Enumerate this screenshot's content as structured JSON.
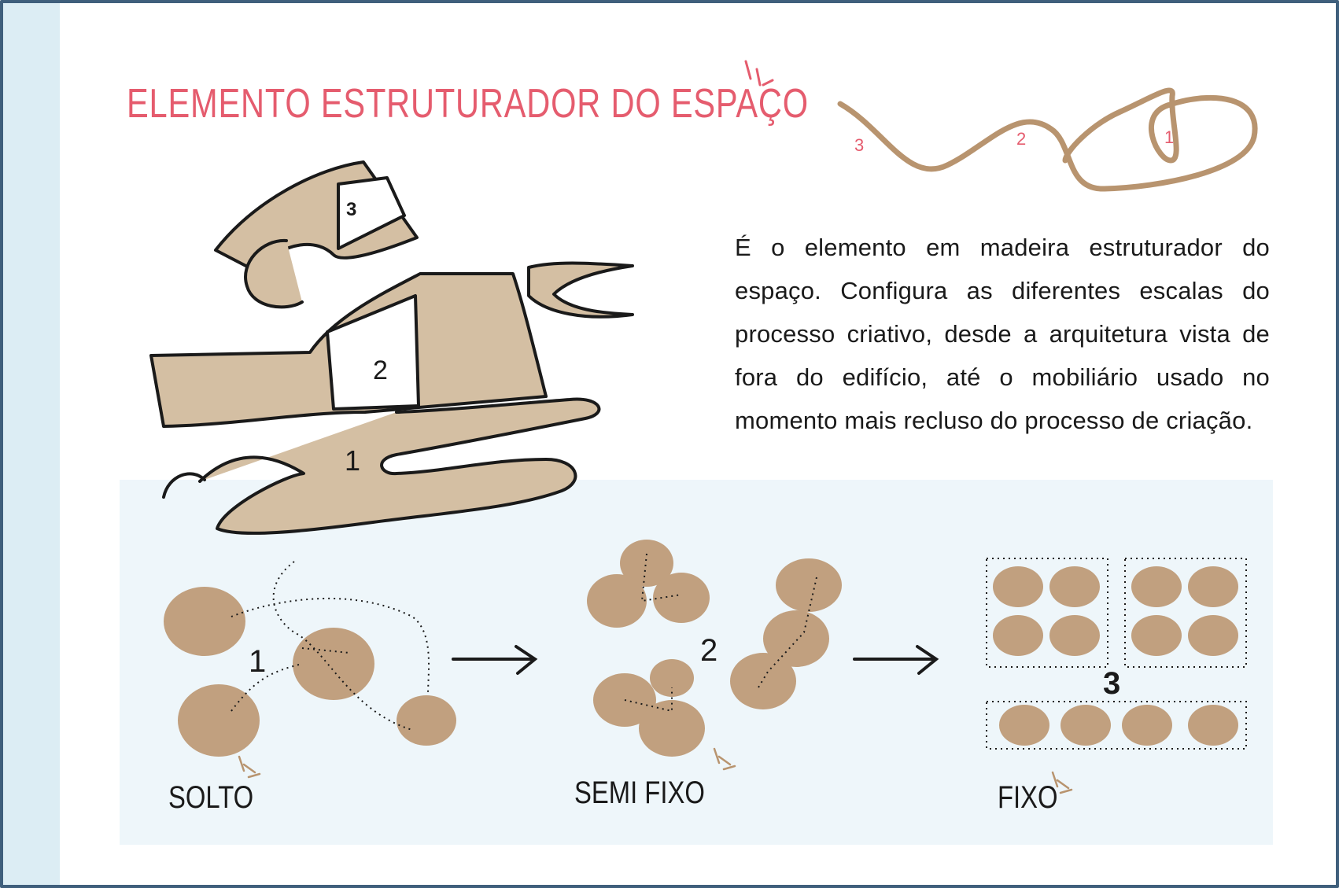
{
  "title": "ELEMENTO ESTRUTURADOR DO ESPAÇO",
  "description": "É o elemento em madeira estruturador do espaço. Configura as diferentes escalas do processo criativo, desde a arquitetura vista de fora do edifício, até o mobiliário usado no momento mais recluso do processo de criação.",
  "sketch_numbers": {
    "house_top": "3",
    "house_window": "2",
    "house_ribbon": "1"
  },
  "curve_numbers": {
    "left": "3",
    "middle": "2",
    "right": "1"
  },
  "categories": {
    "solto": {
      "label": "SOLTO",
      "number": "1"
    },
    "semi_fixo": {
      "label": "SEMI FIXO",
      "number": "2"
    },
    "fixo": {
      "label": "FIXO",
      "number": "3"
    }
  },
  "colors": {
    "title": "#e55c6e",
    "wood": "#d4bfa3",
    "circle": "#c1a07f",
    "curve": "#b8946f",
    "panel": "#eef6fa",
    "strip": "#dcedf4",
    "ink": "#1a1a1a",
    "border": "#3f5f7c"
  }
}
